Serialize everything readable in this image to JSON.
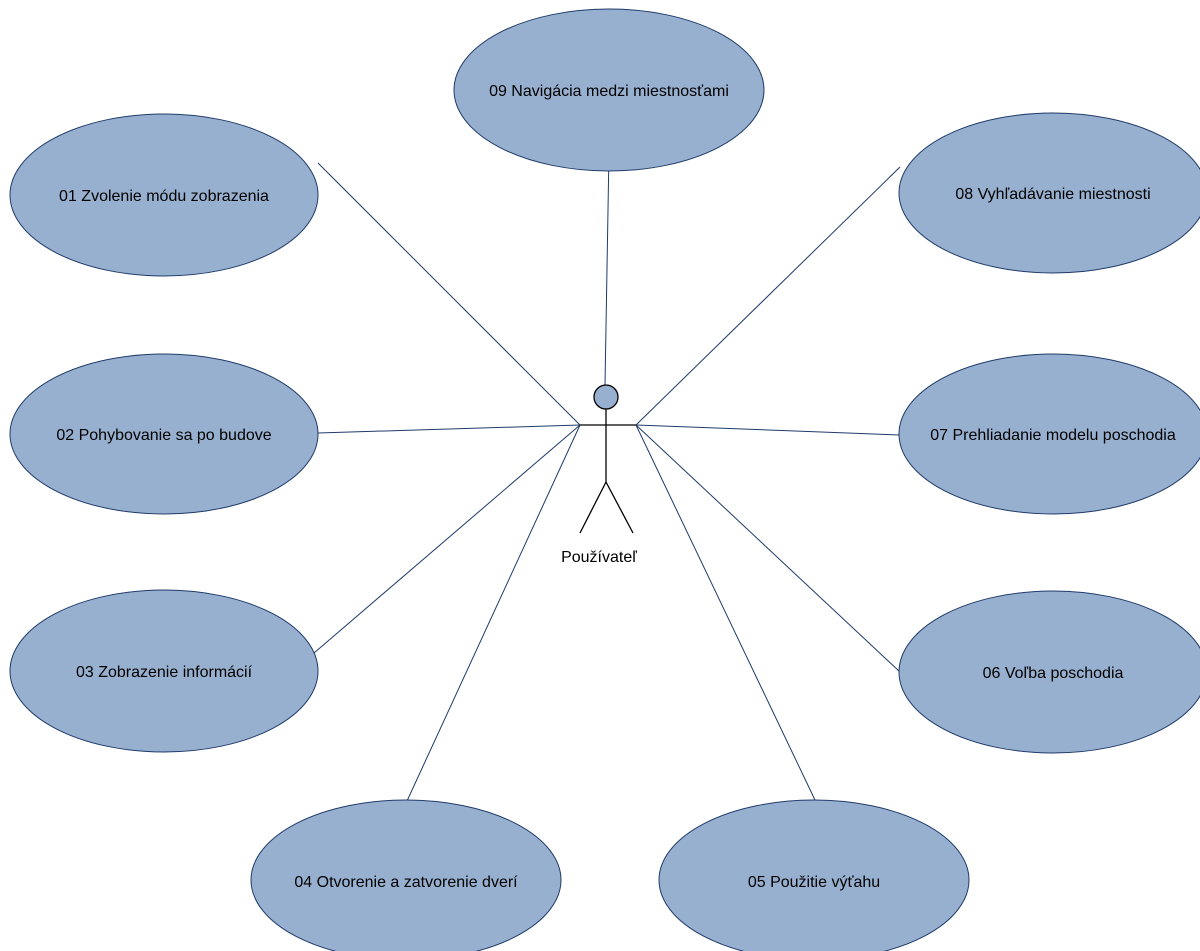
{
  "diagram": {
    "actor": {
      "label": "Používateľ"
    },
    "use_cases": [
      {
        "id": "uc01",
        "label": "01 Zvolenie módu zobrazenia"
      },
      {
        "id": "uc02",
        "label": "02 Pohybovanie sa po budove"
      },
      {
        "id": "uc03",
        "label": "03 Zobrazenie informácií"
      },
      {
        "id": "uc04",
        "label": "04 Otvorenie a zatvorenie dverí"
      },
      {
        "id": "uc05",
        "label": "05 Použitie výťahu"
      },
      {
        "id": "uc06",
        "label": "06 Voľba poschodia"
      },
      {
        "id": "uc07",
        "label": "07 Prehliadanie modelu poschodia"
      },
      {
        "id": "uc08",
        "label": "08 Vyhľadávanie miestnosti"
      },
      {
        "id": "uc09",
        "label": "09 Navigácia medzi miestnosťami"
      }
    ],
    "colors": {
      "use_case_fill": "#98b0cf",
      "use_case_stroke": "#1f3b6a",
      "line": "#1f3b6a",
      "actor": "#000000"
    }
  }
}
